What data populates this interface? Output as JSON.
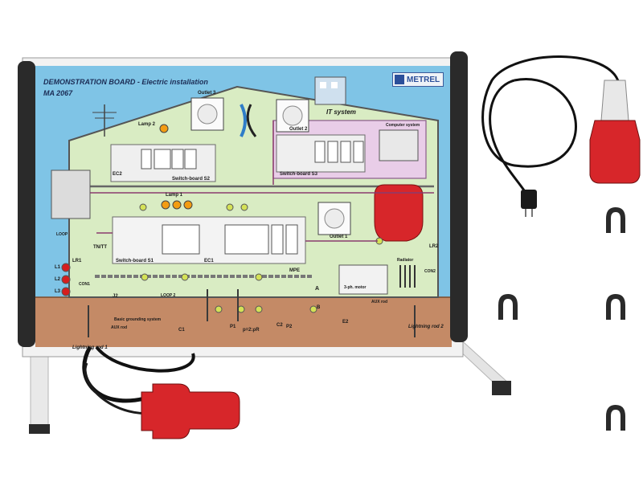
{
  "board": {
    "title": "DEMONSTRATION BOARD  - Electric installation",
    "model": "MA 2067",
    "brand": "METREL",
    "labels": {
      "outlet3": "Outlet 3",
      "outlet2": "Outlet 2",
      "it_system": "IT system",
      "computer_system": "Computer system",
      "lamp2": "Lamp 2",
      "lamp1": "Lamp 1",
      "switchboard_s2": "Switch-board S2",
      "switchboard_s3": "Switch-board S3",
      "switchboard_s1": "Switch-board S1",
      "outlet1": "Outlet 1",
      "tnt": "TN/TT",
      "loop": "LOOP",
      "mpe": "MPE",
      "ec1": "EC1",
      "ec2": "EC2",
      "l1": "L1",
      "l2": "L2",
      "l3": "L3",
      "con1": "CON1",
      "con2": "CON2",
      "lr1": "LR1",
      "lr2": "LR2",
      "j2": "J2",
      "radiator": "Radiator",
      "motor": "3-ph. motor",
      "loop2": "LOOP 2",
      "basic_grounding": "Basic grounding system",
      "aux_rod": "AUX rod",
      "aux_rod2": "AUX rod",
      "p2rod": "p=2:ρR",
      "lightning_rod1": "Lightning rod 1",
      "lightning_rod2": "Lightning rod 2",
      "a": "A",
      "b": "B",
      "c1": "C1",
      "c2": "C2",
      "p1": "P1",
      "p2": "P2",
      "e2": "E2"
    }
  },
  "accessories": {
    "extension_cord": "CEE red plug extension cord",
    "test_links": "U-shaped test links"
  },
  "colors": {
    "sky": "#7fc4e6",
    "ground": "#c48a66",
    "house_green": "#d9ecc3",
    "house_pink": "#e9cde8",
    "frame_dark": "#2a2a2a",
    "cee_red": "#d7262a"
  }
}
